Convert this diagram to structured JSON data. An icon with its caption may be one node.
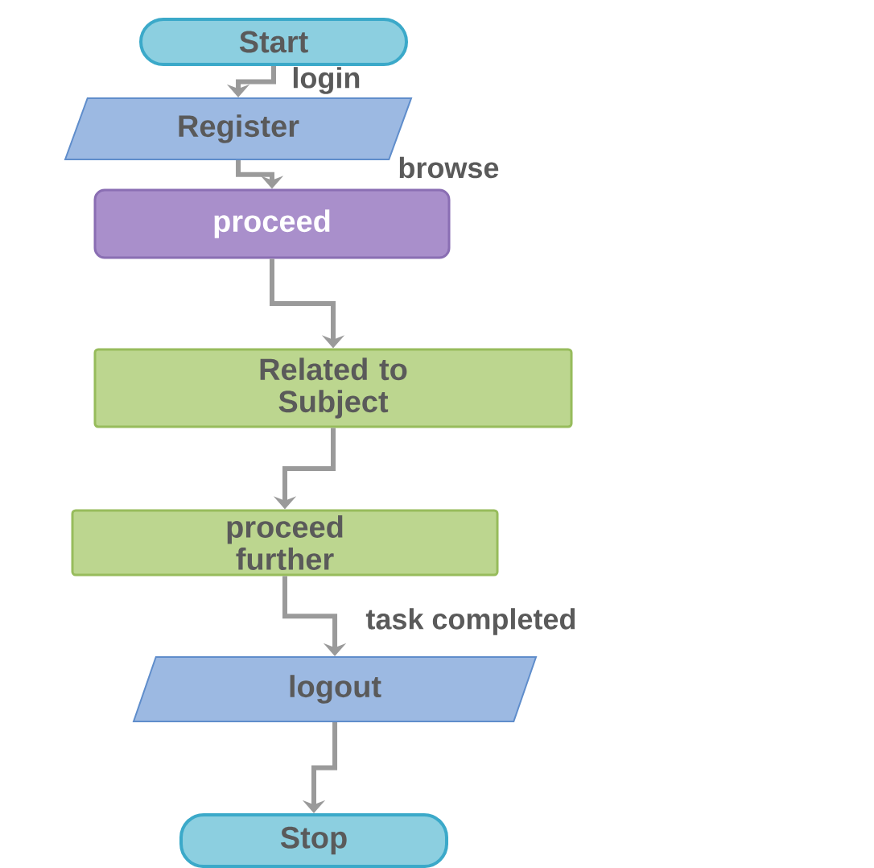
{
  "diagram": {
    "nodes": [
      {
        "text": [
          "Start"
        ]
      },
      {
        "text": [
          "Register"
        ]
      },
      {
        "text": [
          "proceed"
        ]
      },
      {
        "text": [
          "Related to Subject"
        ]
      },
      {
        "text": [
          "proceed further"
        ]
      },
      {
        "text": [
          "logout"
        ]
      },
      {
        "text": [
          "Stop"
        ]
      }
    ],
    "edges": [
      {
        "from": 0,
        "to": 1,
        "arrow": "to",
        "label": "login"
      },
      {
        "from": 1,
        "to": 2,
        "arrow": "to",
        "label": "browse"
      },
      {
        "from": 2,
        "to": 3,
        "arrow": "to"
      },
      {
        "from": 3,
        "to": 4,
        "arrow": "to"
      },
      {
        "from": 4,
        "to": 5,
        "arrow": "to",
        "label": "task completed"
      },
      {
        "from": 5,
        "to": 6,
        "arrow": "to"
      }
    ]
  }
}
